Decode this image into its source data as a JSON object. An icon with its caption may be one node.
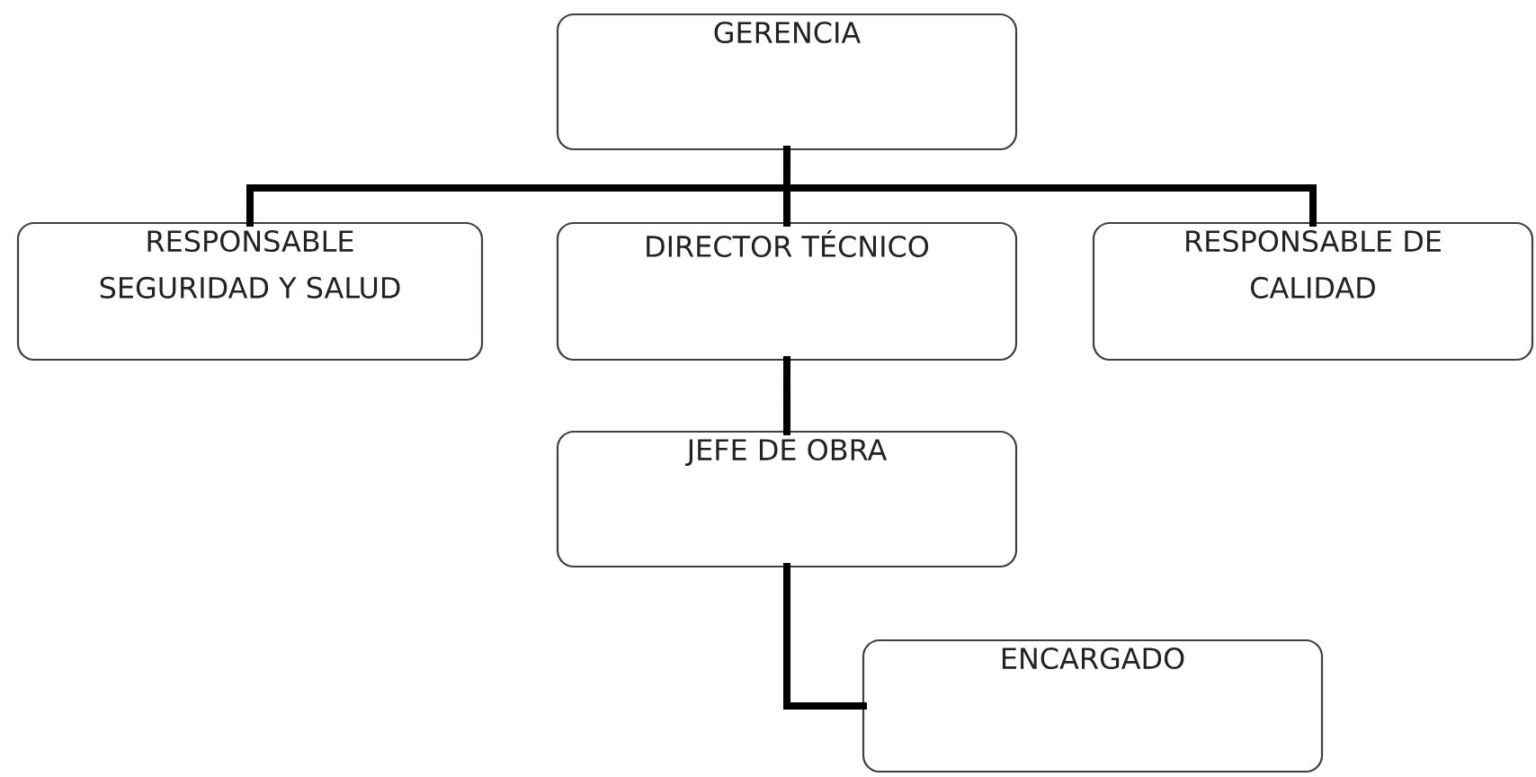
{
  "diagram": {
    "nodes": [
      {
        "text": [
          "GERENCIA"
        ]
      },
      {
        "text": [
          "RESPONSABLE SEGURIDAD Y SALUD"
        ]
      },
      {
        "text": [
          "DIRECTOR TÉCNICO"
        ]
      },
      {
        "text": [
          "RESPONSABLE DE CALIDAD"
        ]
      },
      {
        "text": [
          "JEFE DE OBRA"
        ]
      },
      {
        "text": [
          "ENCARGADO"
        ]
      }
    ],
    "edges": [
      {
        "from": 0,
        "to": 1,
        "arrow": "none"
      },
      {
        "from": 0,
        "to": 2,
        "arrow": "none"
      },
      {
        "from": 0,
        "to": 3,
        "arrow": "none"
      },
      {
        "from": 2,
        "to": 4,
        "arrow": "none"
      },
      {
        "from": 4,
        "to": 5,
        "arrow": "none"
      }
    ]
  }
}
